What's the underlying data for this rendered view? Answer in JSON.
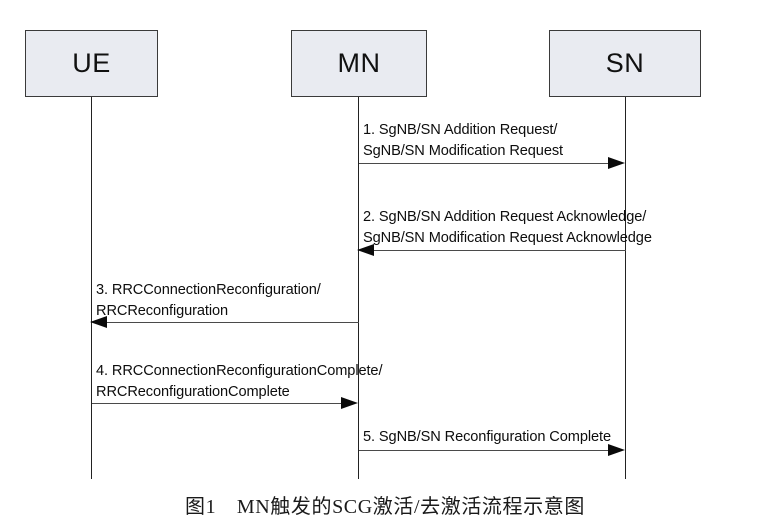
{
  "diagram": {
    "actors": [
      {
        "id": "ue",
        "label": "UE"
      },
      {
        "id": "mn",
        "label": "MN"
      },
      {
        "id": "sn",
        "label": "SN"
      }
    ],
    "messages": [
      {
        "number": "1",
        "from": "mn",
        "to": "sn",
        "direction": "right",
        "line1": "1. SgNB/SN Addition Request/",
        "line2": "SgNB/SN Modification Request"
      },
      {
        "number": "2",
        "from": "sn",
        "to": "mn",
        "direction": "left",
        "line1": "2. SgNB/SN Addition Request Acknowledge/",
        "line2": "SgNB/SN Modification Request Acknowledge"
      },
      {
        "number": "3",
        "from": "mn",
        "to": "ue",
        "direction": "left",
        "line1": "3. RRCConnectionReconfiguration/",
        "line2": "RRCReconfiguration"
      },
      {
        "number": "4",
        "from": "ue",
        "to": "mn",
        "direction": "right",
        "line1": "4. RRCConnectionReconfigurationComplete/",
        "line2": "RRCReconfigurationComplete"
      },
      {
        "number": "5",
        "from": "mn",
        "to": "sn",
        "direction": "right",
        "line1": "5. SgNB/SN Reconfiguration Complete",
        "line2": ""
      }
    ],
    "caption": "图1　MN触发的SCG激活/去激活流程示意图",
    "colors": {
      "actor_fill": "#e9ebf1",
      "actor_border": "#3a3a3a",
      "lifeline": "#222222",
      "arrow": "#0a0a0a",
      "text": "#0d0d0d",
      "background": "#ffffff"
    }
  }
}
